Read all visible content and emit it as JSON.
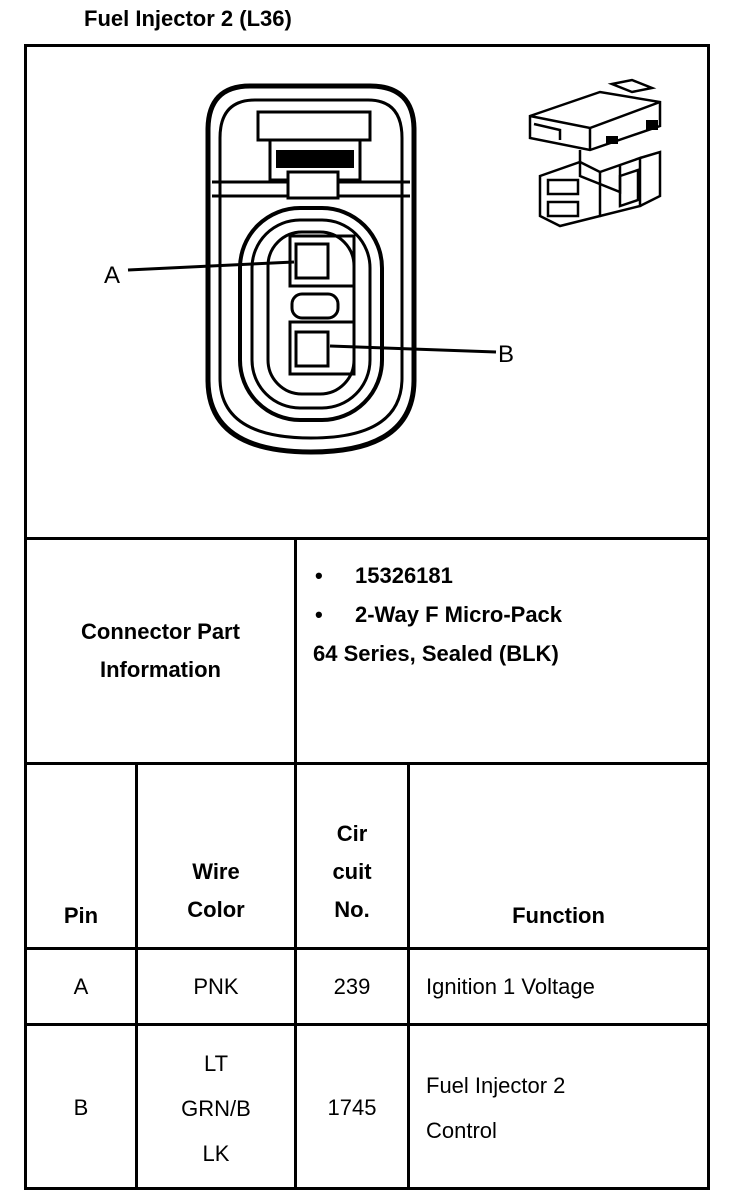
{
  "title": "Fuel Injector 2 (L36)",
  "diagram": {
    "pin_a_label": "A",
    "pin_b_label": "B"
  },
  "connector_info": {
    "label_line1": "Connector Part",
    "label_line2": "Information",
    "bullets": [
      "15326181",
      "2-Way F Micro-Pack"
    ],
    "extra_line": "64 Series, Sealed (BLK)"
  },
  "table": {
    "headers": {
      "pin": "Pin",
      "wire_color_1": "Wire",
      "wire_color_2": "Color",
      "circuit_1": "Cir",
      "circuit_2": "cuit",
      "circuit_3": "No.",
      "function": "Function"
    },
    "rows": [
      {
        "pin": "A",
        "wire": [
          "PNK"
        ],
        "circuit": "239",
        "function": [
          "Ignition 1 Voltage"
        ]
      },
      {
        "pin": "B",
        "wire": [
          "LT",
          "GRN/B",
          "LK"
        ],
        "circuit": "1745",
        "function": [
          "Fuel Injector 2",
          "Control"
        ]
      }
    ]
  }
}
